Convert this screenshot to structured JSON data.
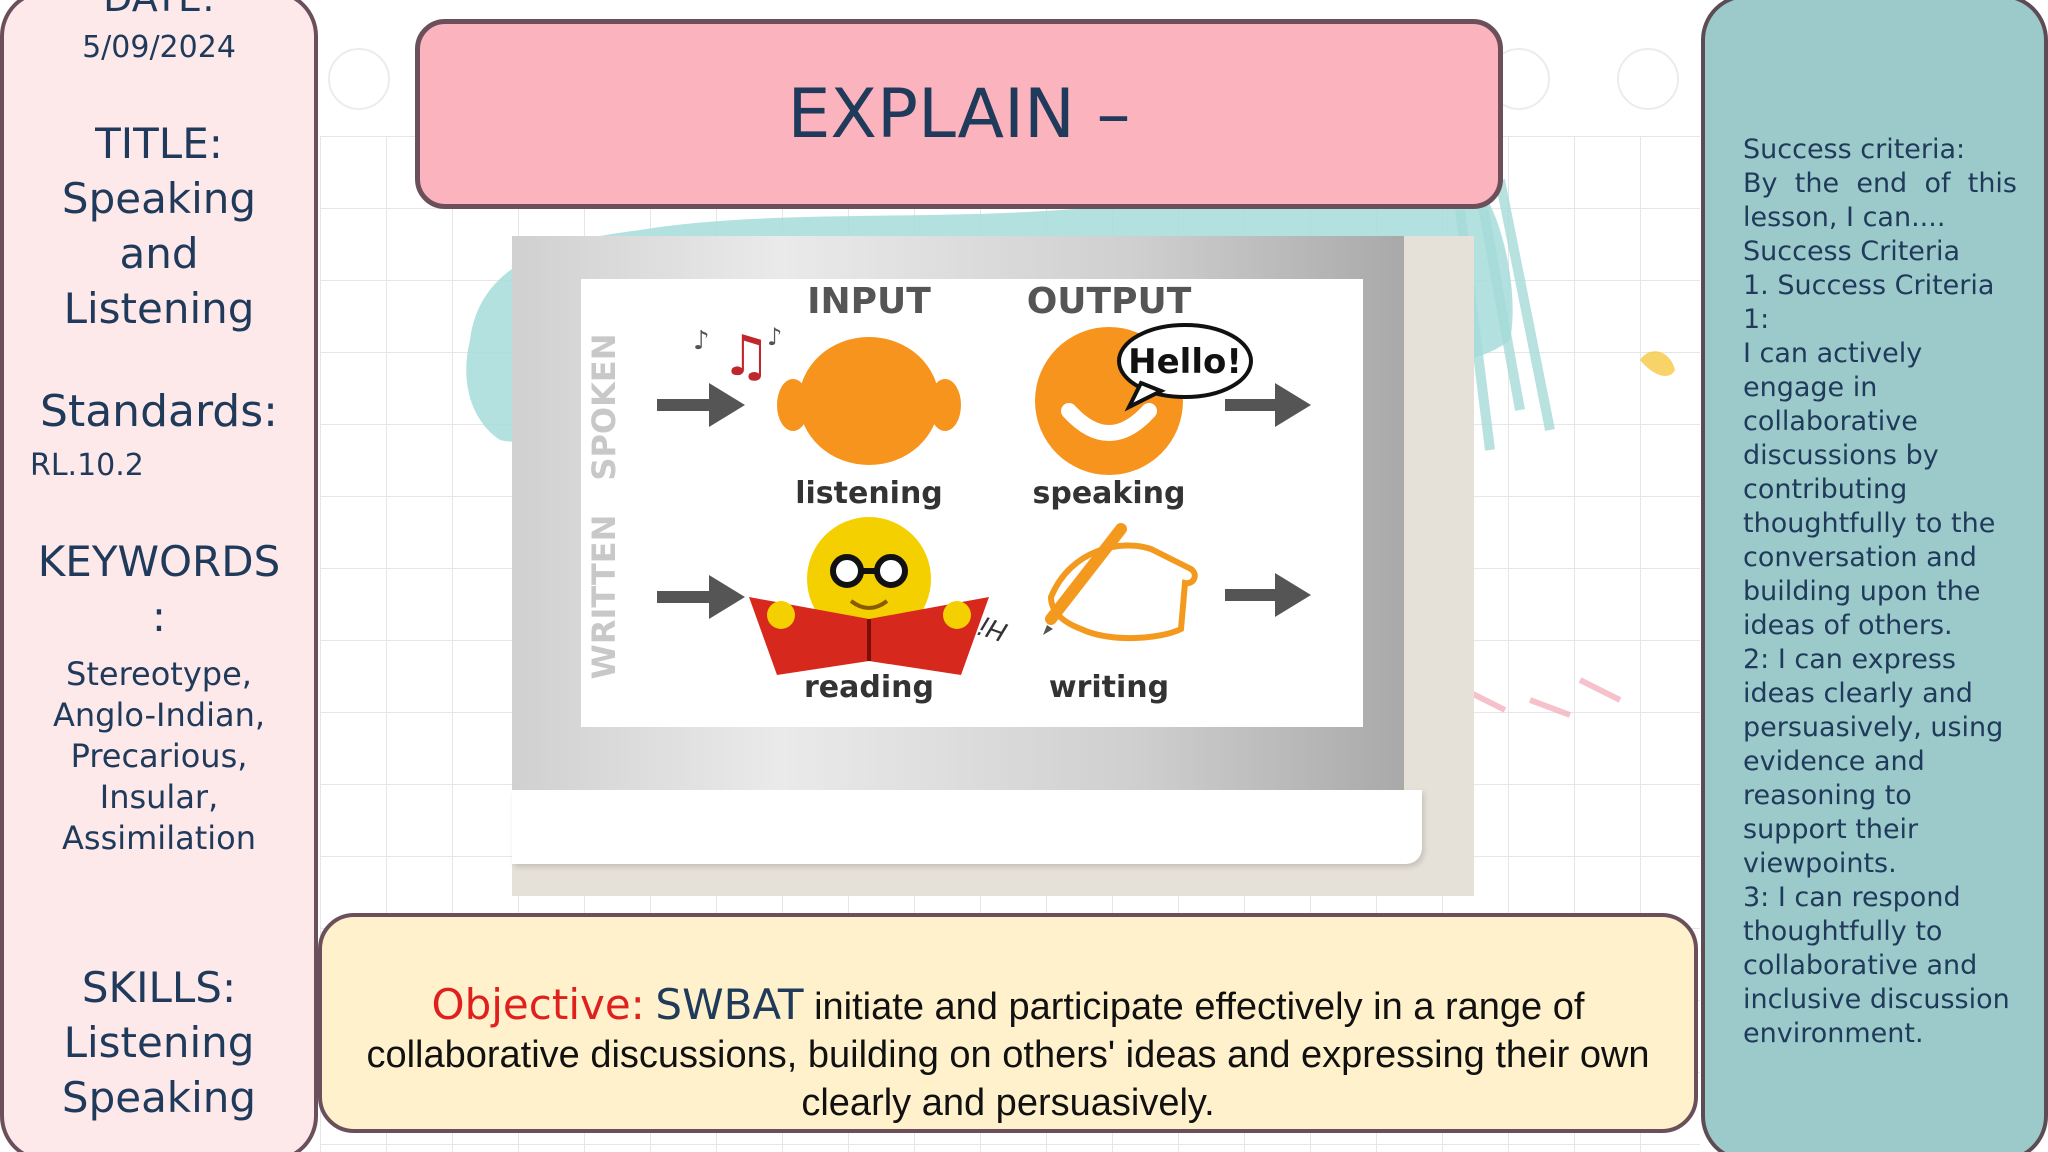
{
  "left": {
    "date_label": "DATE:",
    "date": "5/09/2024",
    "title_lines": [
      "TITLE:",
      "Speaking",
      "and",
      "Listening"
    ],
    "standards_label": "Standards:",
    "standard": "RL.10.2",
    "keywords_label": "KEYWORDS",
    "keywords_colon": ":",
    "keywords": [
      "Stereotype,",
      "Anglo-Indian,",
      "Precarious,",
      "Insular,",
      "Assimilation"
    ],
    "skills_lines": [
      "SKILLS:",
      "Listening",
      "Speaking"
    ]
  },
  "header": {
    "title": "EXPLAIN –"
  },
  "diagram": {
    "input": "INPUT",
    "output": "OUTPUT",
    "spoken": "SPOKEN",
    "written": "WRITTEN",
    "listening": "listening",
    "speaking": "speaking",
    "reading": "reading",
    "writing": "writing",
    "hello": "Hello!",
    "hi": "Hi"
  },
  "objective": {
    "label": "Objective:",
    "swbat": "SWBAT",
    "text": " initiate and participate effectively in a range of collaborative discussions, building on others' ideas and expressing their own clearly and persuasively."
  },
  "right": {
    "lines": [
      "Success criteria:",
      "By the end of this",
      "lesson, I can....",
      "Success Criteria",
      "1. Success Criteria 1:",
      "I can actively",
      "engage in",
      "collaborative",
      "discussions by",
      "contributing",
      "thoughtfully to the",
      "conversation and",
      "building upon the",
      "ideas of others.",
      "2: I can express",
      "ideas clearly and",
      "persuasively, using",
      "evidence and",
      "reasoning to",
      "support their",
      "viewpoints.",
      "3: I can respond",
      "thoughtfully to",
      "collaborative and",
      "inclusive discussion",
      "environment."
    ]
  },
  "colors": {
    "header_bg": "#fbb4bd",
    "left_bg": "#fde8ea",
    "right_bg": "#9ccaca",
    "objective_bg": "#fff1cc",
    "objective_label": "#e0201c",
    "face_orange": "#f7941d"
  }
}
